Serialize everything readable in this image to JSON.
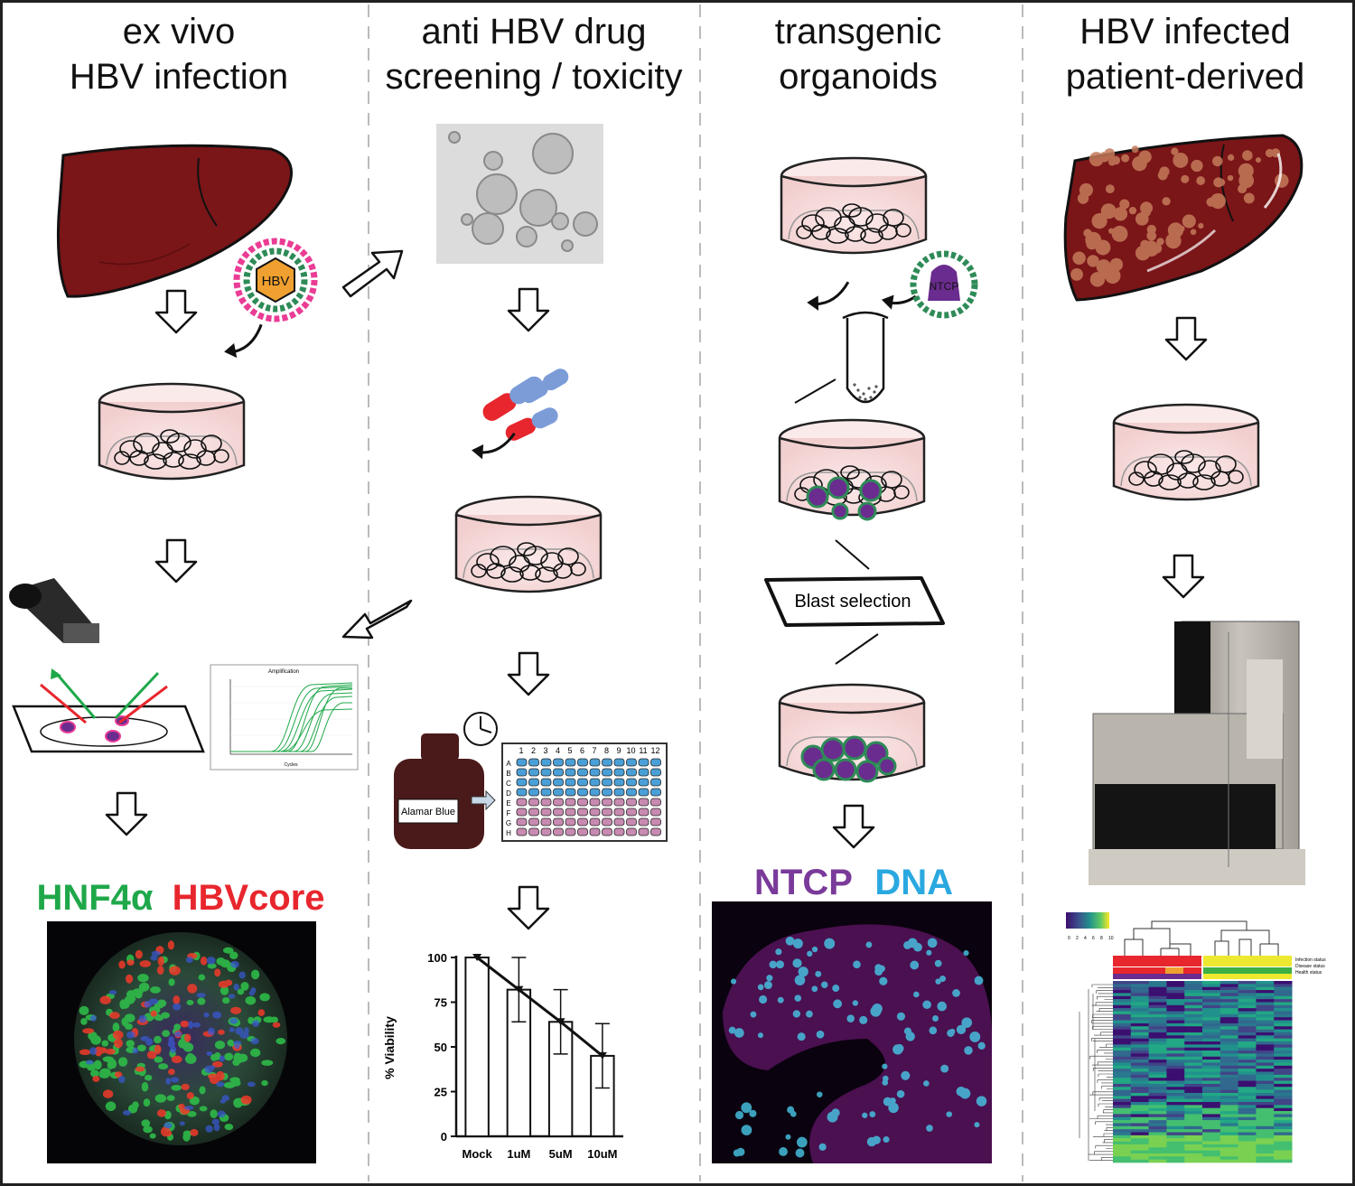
{
  "columns": [
    {
      "title_lines": [
        "ex vivo",
        "HBV infection"
      ]
    },
    {
      "title_lines": [
        "anti HBV drug",
        "screening / toxicity"
      ]
    },
    {
      "title_lines": [
        "transgenic",
        "organoids"
      ]
    },
    {
      "title_lines": [
        "HBV infected",
        "patient-derived"
      ]
    }
  ],
  "labels": {
    "hbv_virus": "HBV",
    "ntcp_virus": "NTCP",
    "alamar_blue": "Alamar Blue",
    "blast_selection": "Blast selection",
    "amplification_title": "Amplification",
    "amplification_xlabel": "Cycles"
  },
  "stain_headers": {
    "col1": [
      {
        "text": "HNF4α",
        "color": "#1fa84a"
      },
      {
        "text": "HBVcore",
        "color": "#e8262d"
      }
    ],
    "col3": [
      {
        "text": "NTCP",
        "color": "#7a3a9a"
      },
      {
        "text": "DNA",
        "color": "#2aa8e0"
      }
    ]
  },
  "plate": {
    "columns": [
      "1",
      "2",
      "3",
      "4",
      "5",
      "6",
      "7",
      "8",
      "9",
      "10",
      "11",
      "12"
    ],
    "rows": [
      "A",
      "B",
      "C",
      "D",
      "E",
      "F",
      "G",
      "H"
    ]
  },
  "colors": {
    "liver": "#7a1518",
    "dish_fill": "#f7dcdc",
    "ntcp_purple": "#6b2c8f",
    "virus_green": "#2e8b57",
    "virus_pink": "#ea3c95",
    "hbv_orange": "#f0a030"
  },
  "chart_data": {
    "type": "bar",
    "categories": [
      "Mock",
      "1uM",
      "5uM",
      "10uM"
    ],
    "values": [
      100,
      82,
      64,
      45
    ],
    "error": [
      0,
      18,
      18,
      18
    ],
    "ylabel": "% Viability",
    "xlabel": "",
    "title": "",
    "ylim": [
      0,
      100
    ],
    "yticks": [
      0,
      25,
      50,
      75,
      100
    ]
  },
  "heatmap": {
    "legend_ticks": [
      "0",
      "2",
      "4",
      "6",
      "8",
      "10"
    ],
    "annotation_labels": [
      "Infection status",
      "Disease status",
      "Health status"
    ]
  }
}
